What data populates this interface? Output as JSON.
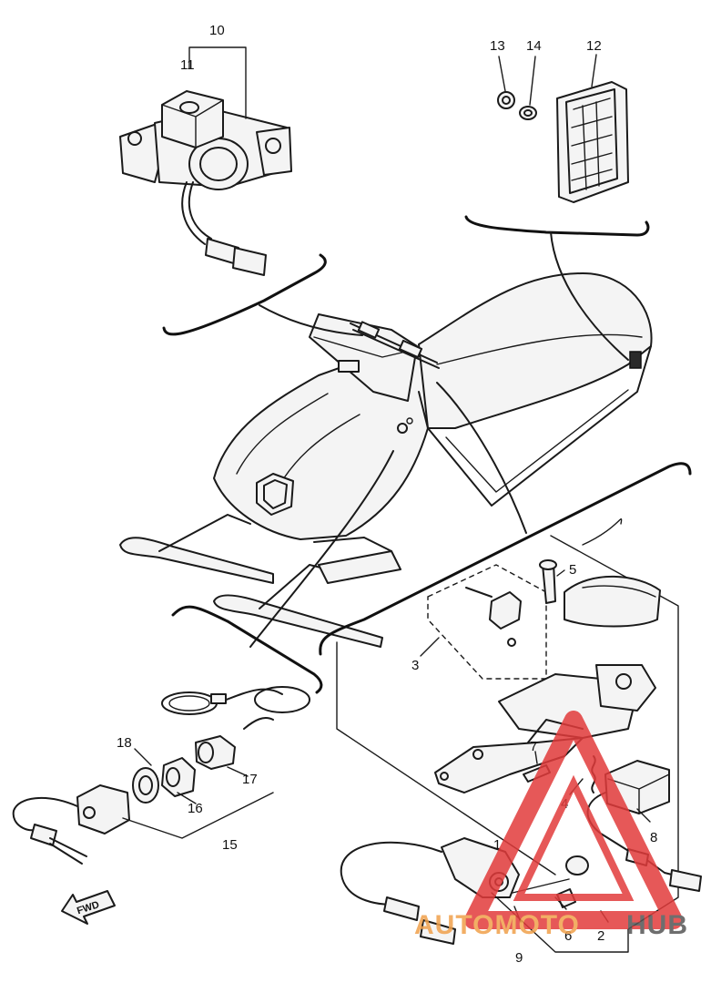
{
  "callouts": [
    {
      "id": "c1",
      "label": "1"
    },
    {
      "id": "c2",
      "label": "2"
    },
    {
      "id": "c3",
      "label": "3"
    },
    {
      "id": "c4",
      "label": "4"
    },
    {
      "id": "c5",
      "label": "5"
    },
    {
      "id": "c6",
      "label": "6"
    },
    {
      "id": "c7",
      "label": "7"
    },
    {
      "id": "c8",
      "label": "8"
    },
    {
      "id": "c9",
      "label": "9"
    },
    {
      "id": "c10",
      "label": "10"
    },
    {
      "id": "c11",
      "label": "11"
    },
    {
      "id": "c12",
      "label": "12"
    },
    {
      "id": "c13",
      "label": "13"
    },
    {
      "id": "c14",
      "label": "14"
    },
    {
      "id": "c15",
      "label": "15"
    },
    {
      "id": "c16",
      "label": "16"
    },
    {
      "id": "c17",
      "label": "17"
    },
    {
      "id": "c18",
      "label": "18"
    }
  ],
  "direction_arrow": {
    "label": "FWD"
  },
  "watermark": {
    "text_auto": "AUTOMOTO",
    "text_hub": "HUB",
    "color_primary": "#e23b3b",
    "color_secondary": "#f0a04b",
    "color_dark": "#555555"
  }
}
